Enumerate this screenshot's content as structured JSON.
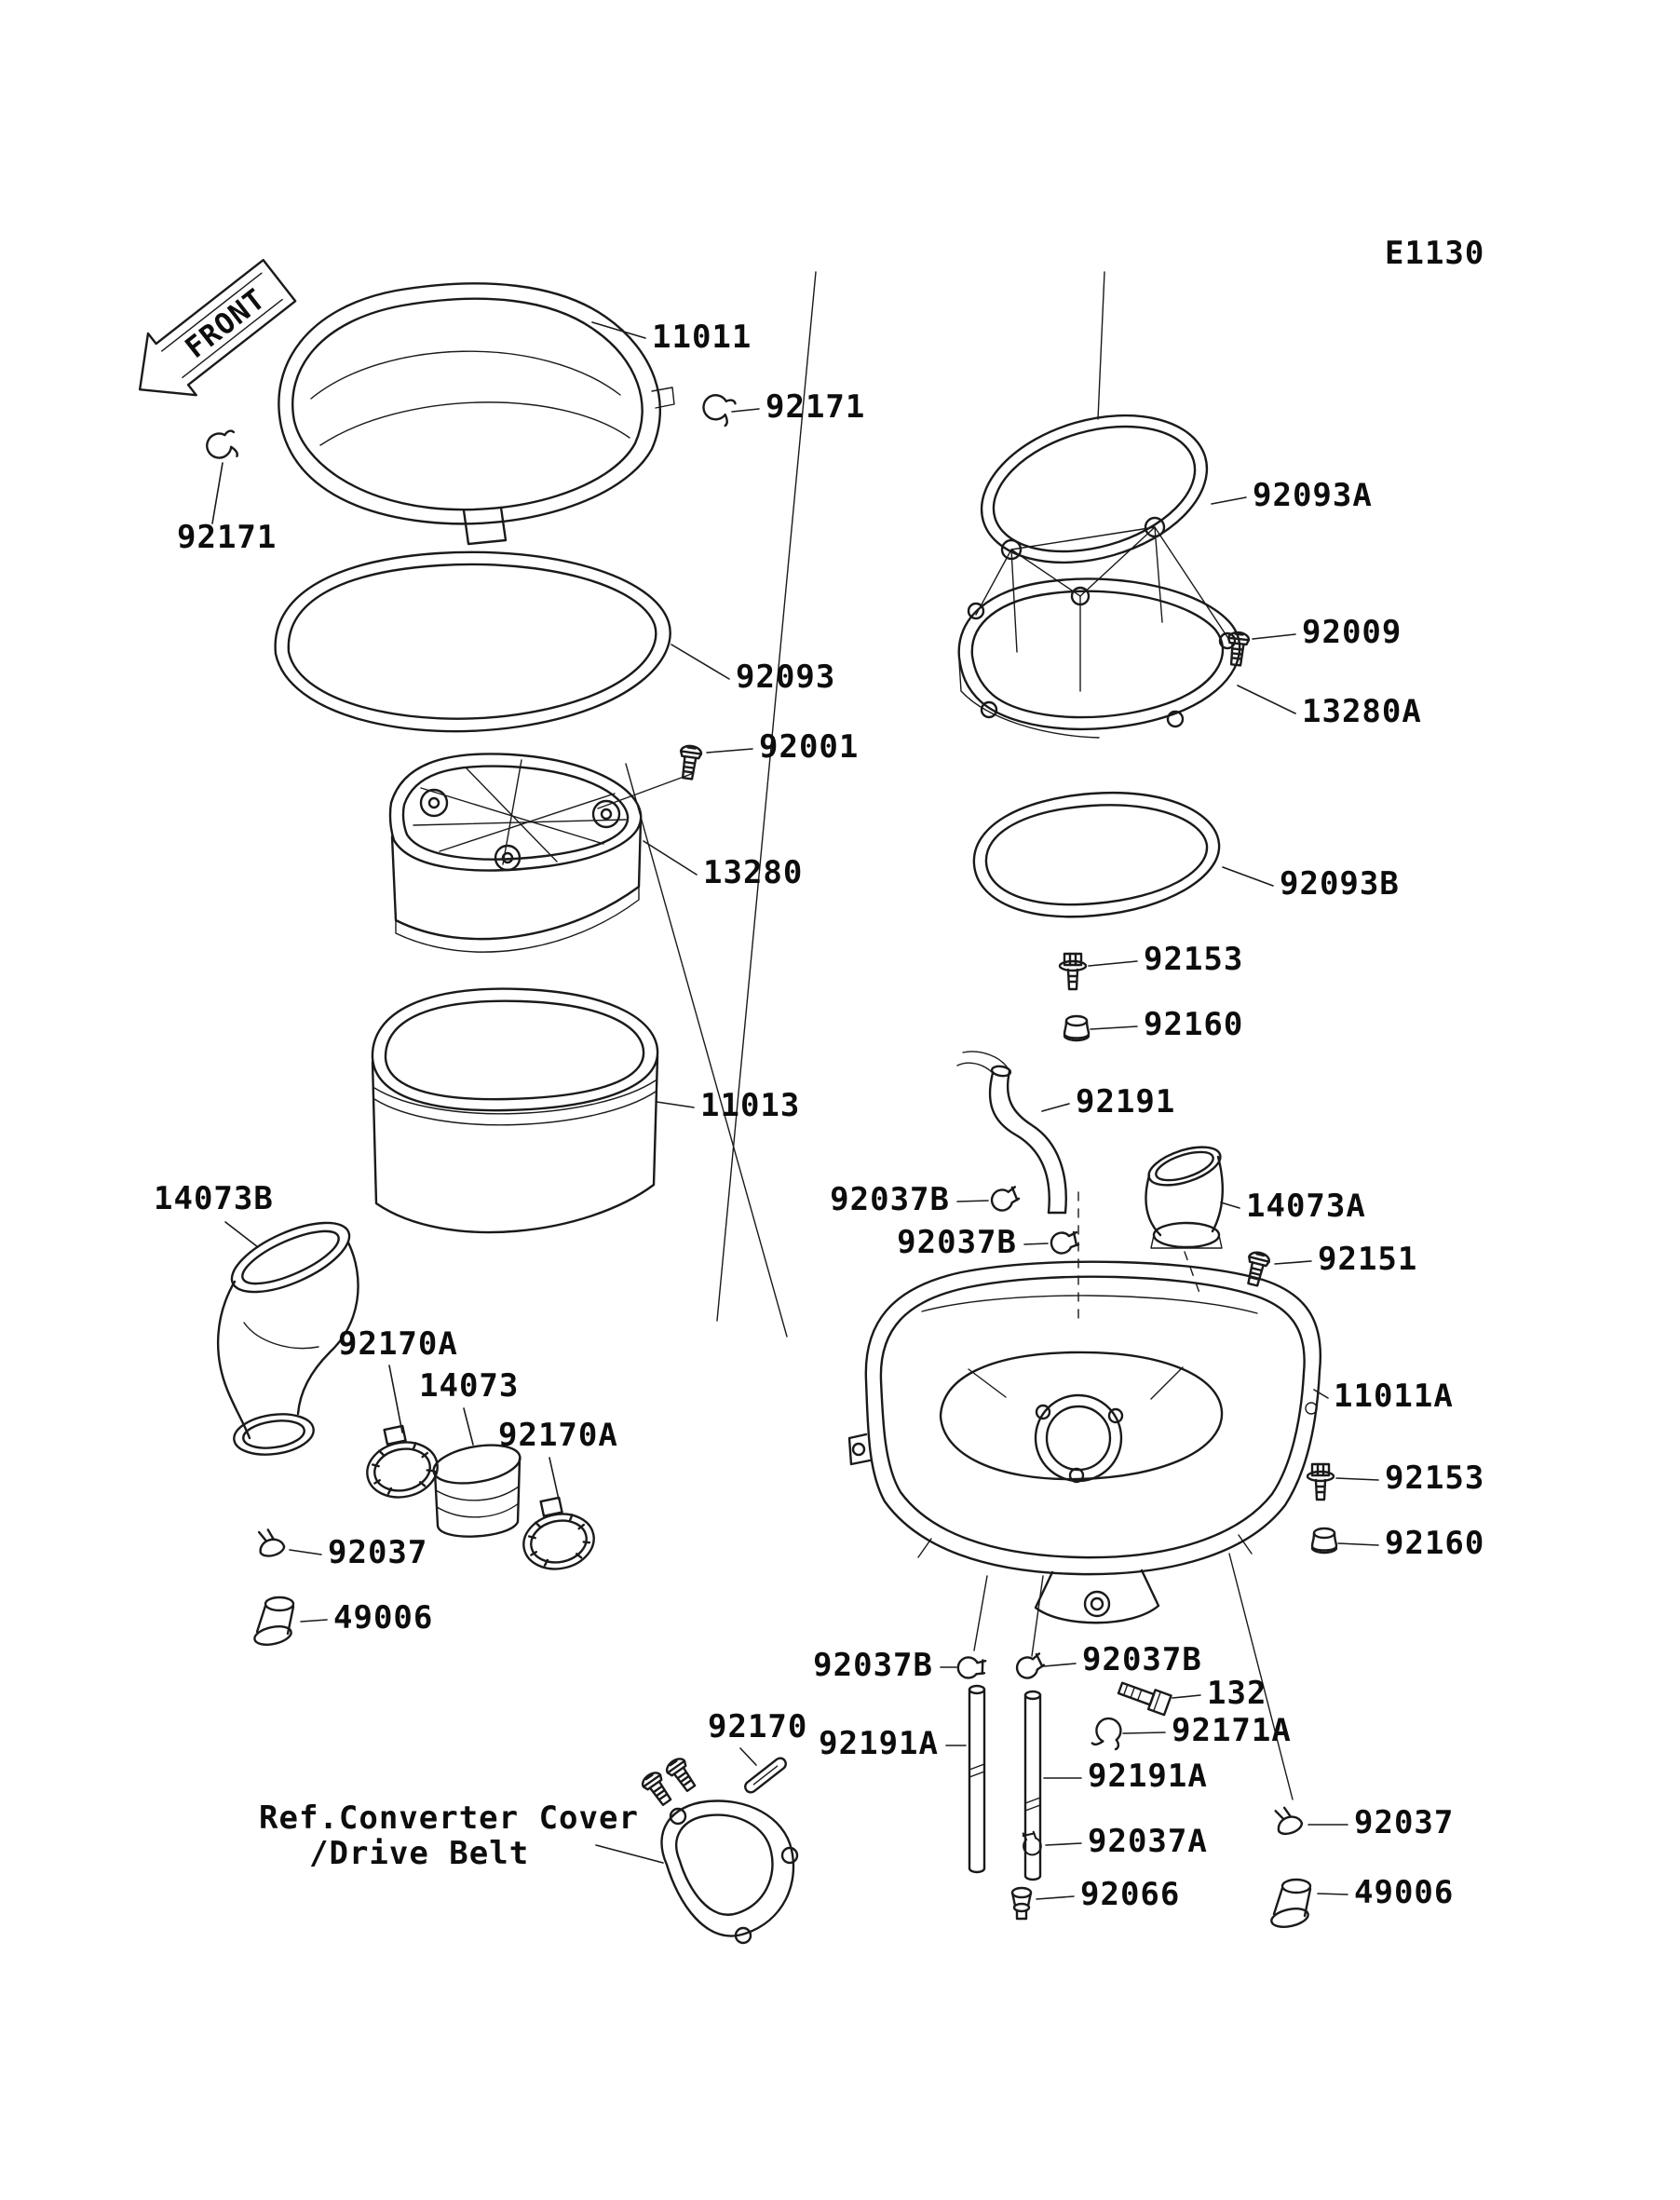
{
  "diagram": {
    "code": "E1130",
    "front_label": "FRONT",
    "ref_note": {
      "line1": "Ref.Converter Cover",
      "line2": "/Drive Belt"
    },
    "ink_color": "#1a1a1a",
    "background_color": "#ffffff",
    "labels": {
      "cover": "11011",
      "clamp_cover_right": "92171",
      "clamp_cover_left": "92171",
      "seal_cover": "92093",
      "screw_holder": "92001",
      "holder": "13280",
      "element": "11013",
      "seal_body_top": "92093A",
      "screw_holder_b": "92009",
      "holder_b": "13280A",
      "seal_body_bottom": "92093B",
      "bolt_top": "92153",
      "damper_top": "92160",
      "tube": "92191",
      "clamp_tube_upper": "92037B",
      "duct_a": "14073A",
      "clamp_tube_lower": "92037B",
      "bolt_body": "92151",
      "duct_b": "14073B",
      "clamp_duct_upper": "92170A",
      "duct_mid": "14073",
      "clamp_duct_lower": "92170A",
      "body": "11011A",
      "bolt_right": "92153",
      "damper_right": "92160",
      "clamp_left": "92037",
      "boot_left": "49006",
      "clamp_bottom_left": "92037B",
      "clamp_bottom_right": "92037B",
      "bolt_132": "132",
      "clamp_a": "92171A",
      "pin": "92170",
      "tube_a_left": "92191A",
      "tube_a_right": "92191A",
      "clamp_bottom": "92037",
      "clamp_small": "92037A",
      "boot_right": "49006",
      "plug": "92066"
    }
  }
}
